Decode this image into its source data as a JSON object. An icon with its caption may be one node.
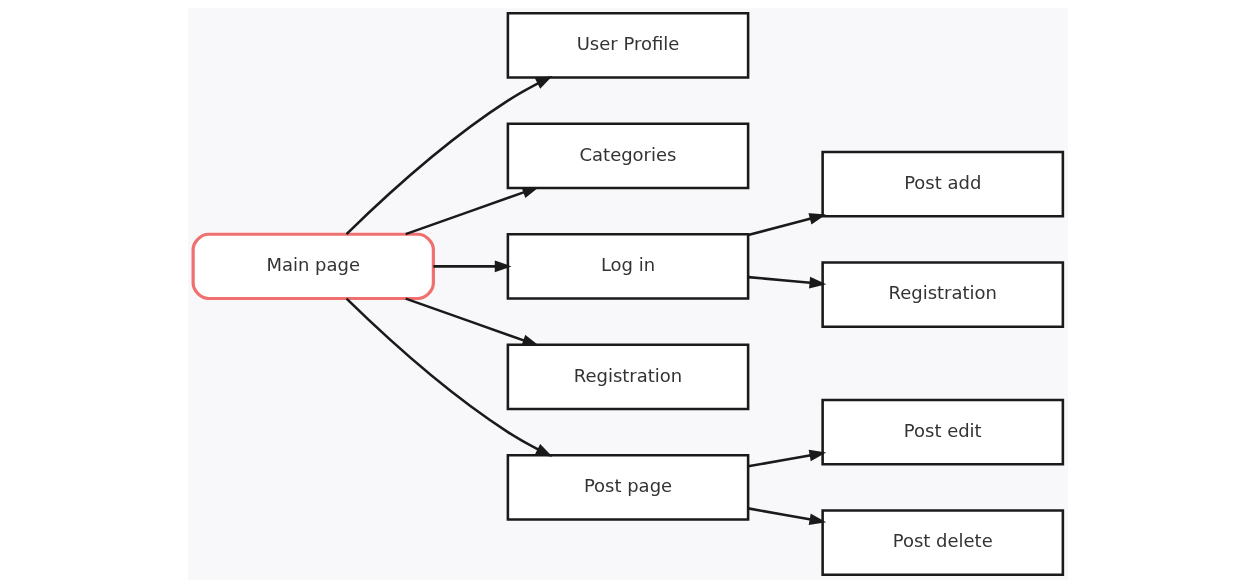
{
  "diagram": {
    "nodes": [
      {
        "text": [
          "User Profile"
        ]
      },
      {
        "text": [
          "Post add"
        ]
      },
      {
        "text": [
          "Categories"
        ]
      },
      {
        "text": [
          "Main page"
        ]
      },
      {
        "text": [
          "Log in"
        ]
      },
      {
        "text": [
          "Registration"
        ]
      },
      {
        "text": [
          "Registration"
        ]
      },
      {
        "text": [
          "Post page"
        ]
      },
      {
        "text": [
          "Post edit"
        ]
      },
      {
        "text": [
          "Post delete"
        ]
      }
    ],
    "edges": [
      {
        "from": 3,
        "to": 0,
        "arrow": "to"
      },
      {
        "from": 3,
        "to": 2,
        "arrow": "to"
      },
      {
        "from": 3,
        "to": 4,
        "arrow": "to"
      },
      {
        "from": 3,
        "to": 6,
        "arrow": "to"
      },
      {
        "from": 3,
        "to": 7,
        "arrow": "to"
      },
      {
        "from": 4,
        "to": 1,
        "arrow": "to"
      },
      {
        "from": 4,
        "to": 5,
        "arrow": "to"
      },
      {
        "from": 7,
        "to": 8,
        "arrow": "to"
      },
      {
        "from": 7,
        "to": 9,
        "arrow": "to"
      }
    ]
  }
}
